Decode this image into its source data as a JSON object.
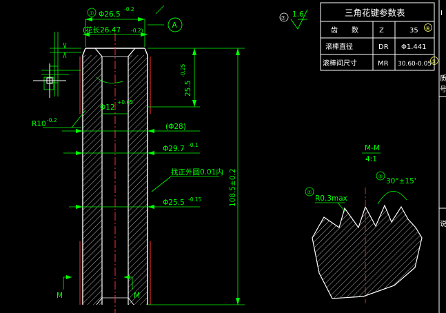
{
  "drawing": {
    "callouts": {
      "c1": "①",
      "c2": "②",
      "c3": "③",
      "c4": "④",
      "c5": "⑤",
      "c7": "⑦"
    },
    "datum": "A",
    "dimensions": {
      "top_dia": "Φ26.5",
      "top_dia_tol": "-0.2",
      "spline_len": "(花长26.47",
      "spline_len_tol": "-0.2)",
      "bore": "Φ12",
      "bore_tol": "+0.05",
      "depth": "25.5",
      "depth_tol": "-0.25",
      "radius": "R10",
      "radius_tol": "-0.2",
      "dia28": "(Φ28)",
      "dia29": "Φ29.7",
      "dia29_tol": "-0.1",
      "runout": "找正外圆0.01内",
      "dia25": "Φ25.5",
      "dia25_tol": "-0.15",
      "length": "108.5±0.2",
      "section_label": "M",
      "surface_roughness": "1.6"
    },
    "detail": {
      "title": "M-M",
      "scale": "4:1",
      "radius_note": "R0.3max",
      "angle_note": "30°±15'"
    },
    "table": {
      "title": "三角花键参数表",
      "rows": [
        {
          "label": "齿　　数",
          "symbol": "Z",
          "value": "35"
        },
        {
          "label": "滚棒直径",
          "symbol": "DR",
          "value": "Φ1.441"
        },
        {
          "label": "滚棒间尺寸",
          "symbol": "MR",
          "value": "30.60-0.05"
        }
      ]
    },
    "edge_labels": {
      "right1": "I",
      "right2": "质",
      "right3": "号",
      "right4": "说"
    }
  }
}
